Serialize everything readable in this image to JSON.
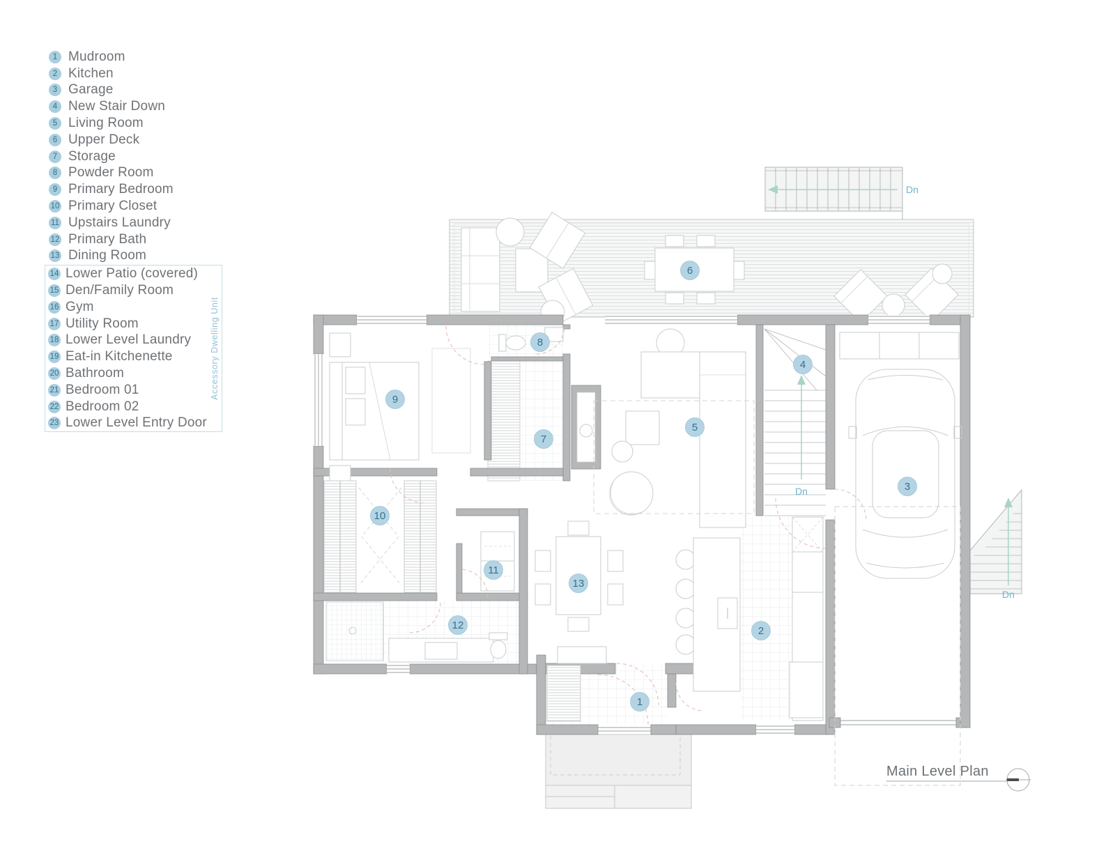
{
  "legend": {
    "items": [
      {
        "num": "1",
        "label": "Mudroom"
      },
      {
        "num": "2",
        "label": "Kitchen"
      },
      {
        "num": "3",
        "label": "Garage"
      },
      {
        "num": "4",
        "label": "New Stair Down"
      },
      {
        "num": "5",
        "label": "Living Room"
      },
      {
        "num": "6",
        "label": "Upper Deck"
      },
      {
        "num": "7",
        "label": "Storage"
      },
      {
        "num": "8",
        "label": "Powder Room"
      },
      {
        "num": "9",
        "label": "Primary Bedroom"
      },
      {
        "num": "10",
        "label": "Primary Closet"
      },
      {
        "num": "11",
        "label": "Upstairs Laundry"
      },
      {
        "num": "12",
        "label": "Primary Bath"
      },
      {
        "num": "13",
        "label": "Dining Room"
      },
      {
        "num": "14",
        "label": "Lower Patio (covered)"
      },
      {
        "num": "15",
        "label": "Den/Family Room"
      },
      {
        "num": "16",
        "label": "Gym"
      },
      {
        "num": "17",
        "label": "Utility Room"
      },
      {
        "num": "18",
        "label": "Lower Level Laundry"
      },
      {
        "num": "19",
        "label": "Eat-in Kitchenette"
      },
      {
        "num": "20",
        "label": "Bathroom"
      },
      {
        "num": "21",
        "label": "Bedroom 01"
      },
      {
        "num": "22",
        "label": "Bedroom 02"
      },
      {
        "num": "23",
        "label": "Lower Level Entry Door"
      }
    ],
    "adu_box_label": "Accessory Dwelling Unit"
  },
  "plan": {
    "title": "Main Level Plan",
    "markers": [
      "1",
      "2",
      "3",
      "4",
      "5",
      "6",
      "7",
      "8",
      "9",
      "10",
      "11",
      "12",
      "13"
    ],
    "stair_labels": {
      "deck_stair": "Dn",
      "interior_stair": "Dn",
      "exterior_stair": "Dn"
    }
  },
  "colors": {
    "legend_text": "#6e7276",
    "marker_fill": "#b4d4e4",
    "marker_text": "#35708f",
    "adu_border": "#c3dde6",
    "adu_text": "#92c2d6",
    "wall": "#b5b7b8",
    "door_arc": "#e8bcbc",
    "stair_arrow": "#a9d4c7",
    "stair_label": "#6fb4c9",
    "title_text": "#6b7074"
  }
}
